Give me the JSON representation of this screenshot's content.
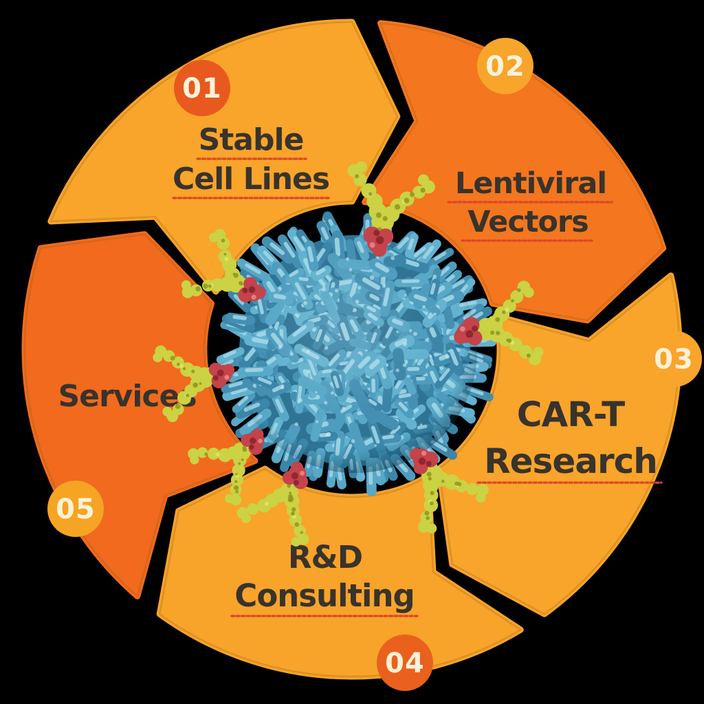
{
  "background_color": "#000000",
  "diagram": {
    "type": "circular-cycle-infographic",
    "subject": "CAR-T cell development cycle",
    "center_illustration": "blue T-cell with yellow CAR antibody receptors and red binding domains",
    "label_text_color": "#38332C",
    "underline_color": "#DC452A",
    "badge_text_color": "#FBF2D9",
    "cell_base": "#2F7494",
    "cell_palette": [
      "#4E9DBF",
      "#58A8C7",
      "#448FB2",
      "#63B2CF",
      "#3B86A8"
    ],
    "cell_highlight": "#A6D9E9",
    "cell_speck": "#D5ECF4",
    "receptor_yellow": "#CBD243",
    "receptor_yellow_light": "#DEE468",
    "receptor_yellow_dark": "#8F961F",
    "receptor_red": "#C5434A",
    "receptor_red_dark": "#8F2830",
    "receptor_red_light": "#E28A85",
    "segments": [
      {
        "number": "01",
        "label": "Stable Cell Lines",
        "lines": [
          "Stable",
          "Cell Lines"
        ],
        "underlined": [
          true,
          true
        ],
        "fill": "#F9A42B",
        "badge_fill": "#E8591F"
      },
      {
        "number": "02",
        "label": "Lentiviral Vectors",
        "lines": [
          "Lentiviral",
          "Vectors"
        ],
        "underlined": [
          true,
          true
        ],
        "fill": "#F4761E",
        "badge_fill": "#F7A52B"
      },
      {
        "number": "03",
        "label": "CAR-T Research",
        "lines": [
          "CAR-T",
          "Research"
        ],
        "underlined": [
          false,
          true
        ],
        "fill": "#F9A42B",
        "badge_fill": "#F9A42B"
      },
      {
        "number": "04",
        "label": "R&D Consulting",
        "lines": [
          "R&D",
          "Consulting"
        ],
        "underlined": [
          false,
          true
        ],
        "fill": "#F8A32A",
        "badge_fill": "#E9611C"
      },
      {
        "number": "05",
        "label": "Services",
        "lines": [
          "Services"
        ],
        "underlined": [
          false
        ],
        "fill": "#F16A1E",
        "badge_fill": "#F6A424"
      }
    ]
  }
}
